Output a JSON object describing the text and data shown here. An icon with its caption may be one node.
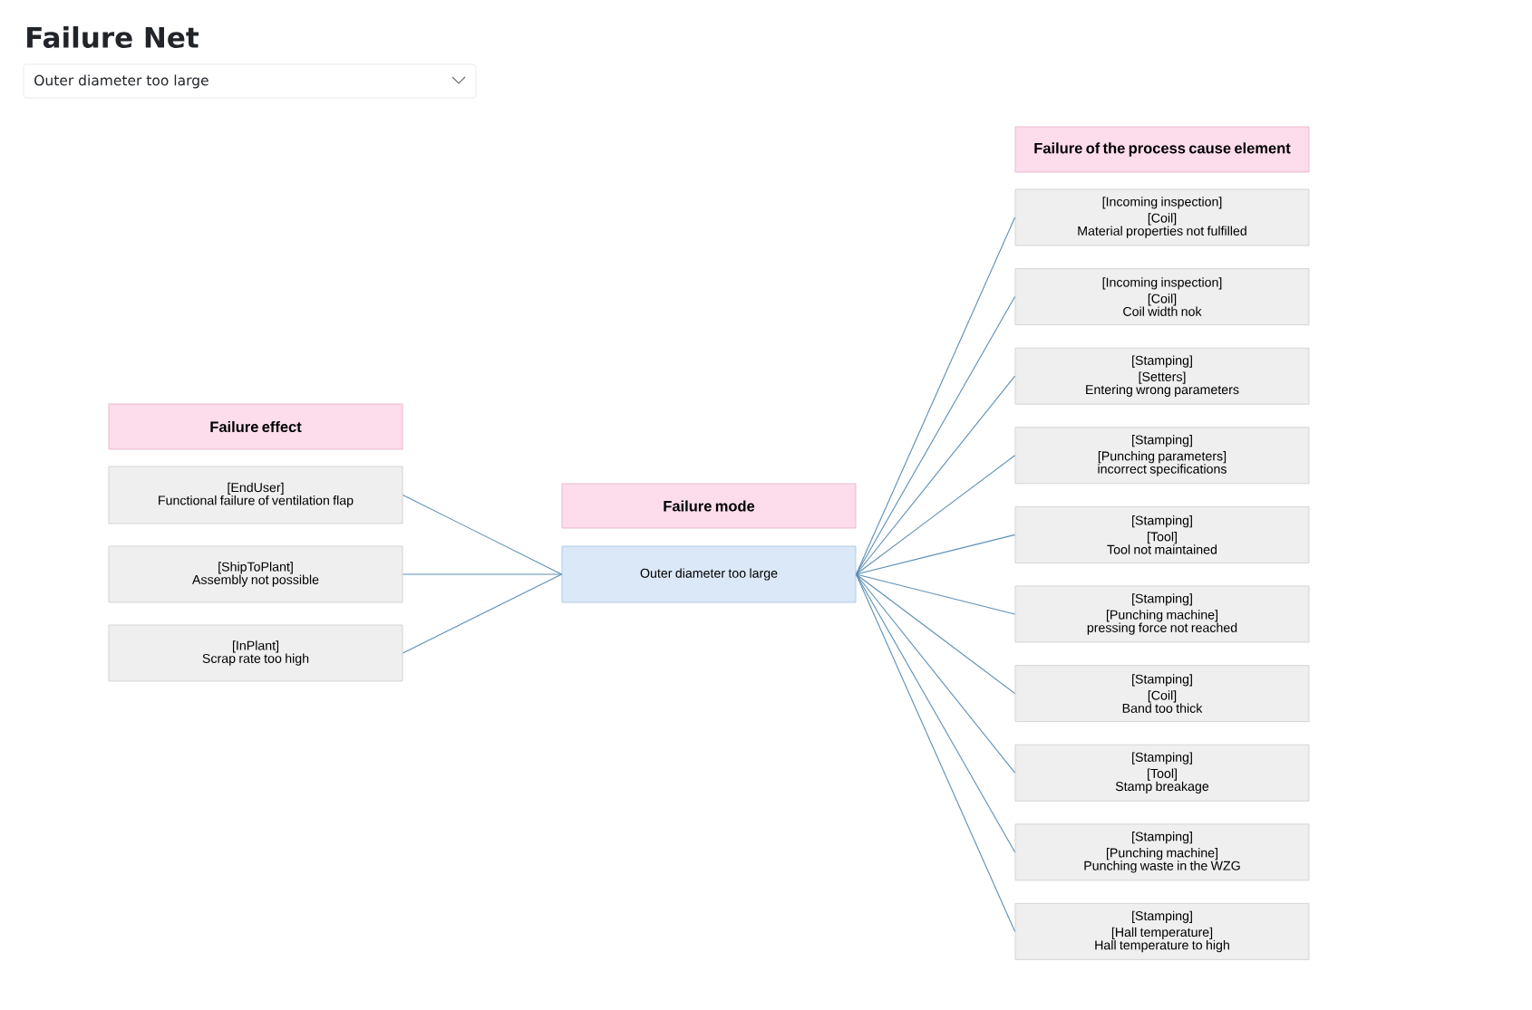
{
  "diagram": {
    "title": "Failure Net",
    "nodes": [
      {
        "text": [
          "Failure effect"
        ]
      },
      {
        "text": [
          "[EndUser]",
          "Functional failure of ventilation flap"
        ]
      },
      {
        "text": [
          "[ShipToPlant]",
          "Assembly not possible"
        ]
      },
      {
        "text": [
          "[InPlant]",
          "Scrap rate too high"
        ]
      },
      {
        "text": [
          "Failure mode"
        ]
      },
      {
        "text": [
          "Outer diameter too large"
        ]
      },
      {
        "text": [
          "Failure of the process cause element"
        ]
      },
      {
        "text": [
          "[Incoming inspection]",
          "[Coil]",
          "Material properties not fulfilled"
        ]
      },
      {
        "text": [
          "[Incoming inspection]",
          "[Coil]",
          "Coil width nok"
        ]
      },
      {
        "text": [
          "[Stamping]",
          "[Setters]",
          "Entering wrong parameters"
        ]
      },
      {
        "text": [
          "[Stamping]",
          "[Punching parameters]",
          "incorrect specifications"
        ]
      },
      {
        "text": [
          "[Stamping]",
          "[Tool]",
          "Tool not maintained"
        ]
      },
      {
        "text": [
          "[Stamping]",
          "[Punching machine]",
          "pressing force not reached"
        ]
      },
      {
        "text": [
          "[Stamping]",
          "[Coil]",
          "Band too thick"
        ]
      },
      {
        "text": [
          "[Stamping]",
          "[Tool]",
          "Stamp breakage"
        ]
      },
      {
        "text": [
          "[Stamping]",
          "[Punching machine]",
          "Punching waste in the WZG"
        ]
      },
      {
        "text": [
          "[Stamping]",
          "[Hall temperature]",
          "Hall temperature to high"
        ]
      }
    ],
    "edges": [
      {
        "from": 1,
        "to": 5,
        "arrow": "none"
      },
      {
        "from": 2,
        "to": 5,
        "arrow": "none"
      },
      {
        "from": 3,
        "to": 5,
        "arrow": "none"
      },
      {
        "from": 5,
        "to": 7,
        "arrow": "none"
      },
      {
        "from": 5,
        "to": 8,
        "arrow": "none"
      },
      {
        "from": 5,
        "to": 9,
        "arrow": "none"
      },
      {
        "from": 5,
        "to": 10,
        "arrow": "none"
      },
      {
        "from": 5,
        "to": 11,
        "arrow": "none"
      },
      {
        "from": 5,
        "to": 12,
        "arrow": "none"
      },
      {
        "from": 5,
        "to": 13,
        "arrow": "none"
      },
      {
        "from": 5,
        "to": 14,
        "arrow": "none"
      },
      {
        "from": 5,
        "to": 15,
        "arrow": "none"
      },
      {
        "from": 5,
        "to": 16,
        "arrow": "none"
      }
    ],
    "labels": [
      "Outer diameter too large"
    ]
  }
}
